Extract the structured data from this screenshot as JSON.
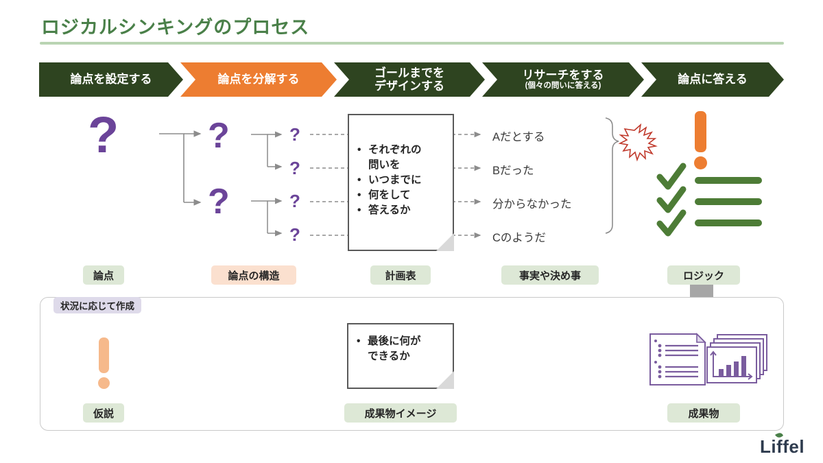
{
  "page": {
    "title": "ロジカルシンキングのプロセス",
    "logo": "Liffel"
  },
  "process_steps": [
    {
      "label": "論点を設定する",
      "sublabel": "",
      "state": "normal",
      "color": "#2e4420"
    },
    {
      "label": "論点を分解する",
      "sublabel": "",
      "state": "highlight",
      "color": "#ed7d31"
    },
    {
      "label": "ゴールまでを\nデザインする",
      "line1": "ゴールまでを",
      "line2": "デザインする",
      "sublabel": "",
      "state": "normal",
      "color": "#2e4420"
    },
    {
      "label": "リサーチをする",
      "sublabel": "(個々の問いに答える)",
      "state": "normal",
      "color": "#2e4420"
    },
    {
      "label": "論点に答える",
      "sublabel": "",
      "state": "normal",
      "color": "#2e4420"
    }
  ],
  "plan_document": {
    "bullets": [
      "それぞれの",
      "問いを",
      "いつまでに",
      "何をして",
      "答えるか"
    ],
    "lines": [
      {
        "bullet": true,
        "text": "それぞれの"
      },
      {
        "bullet": false,
        "text": "問いを"
      },
      {
        "bullet": true,
        "text": "いつまでに"
      },
      {
        "bullet": true,
        "text": "何をして"
      },
      {
        "bullet": true,
        "text": "答えるか"
      }
    ]
  },
  "research_results": [
    "Aだとする",
    "Bだった",
    "分からなかった",
    "Cのようだ"
  ],
  "labels_top": [
    {
      "text": "論点",
      "tone": "green"
    },
    {
      "text": "論点の構造",
      "tone": "peach"
    },
    {
      "text": "計画表",
      "tone": "green"
    },
    {
      "text": "事実や決め事",
      "tone": "green"
    },
    {
      "text": "ロジック",
      "tone": "green"
    }
  ],
  "bottom_panel": {
    "badge": "状況に応じて作成",
    "hypothesis_label": "仮説",
    "deliverable_image_label": "成果物イメージ",
    "deliverable_label": "成果物",
    "deliverable_doc": {
      "lines": [
        {
          "bullet": false,
          "text": "最後に何が"
        },
        {
          "bullet": false,
          "text": "できるか"
        }
      ],
      "first_line_bullet": true
    }
  },
  "icons": {
    "question_mark": "?",
    "exclamation_mark": "!",
    "check_mark": "✓",
    "bullet": "•"
  },
  "colors": {
    "brand_green": "#4a8049",
    "dark_green": "#2e4420",
    "orange": "#ed7d31",
    "purple": "#6b4499",
    "check_green": "#4d7c36",
    "label_green_bg": "#dde8d6",
    "label_peach_bg": "#fbe0cf",
    "label_lavender_bg": "#dedaea",
    "gray_arrow": "#a6a6a6",
    "starburst_red": "#c0392b",
    "light_orange": "#f6b98b"
  }
}
